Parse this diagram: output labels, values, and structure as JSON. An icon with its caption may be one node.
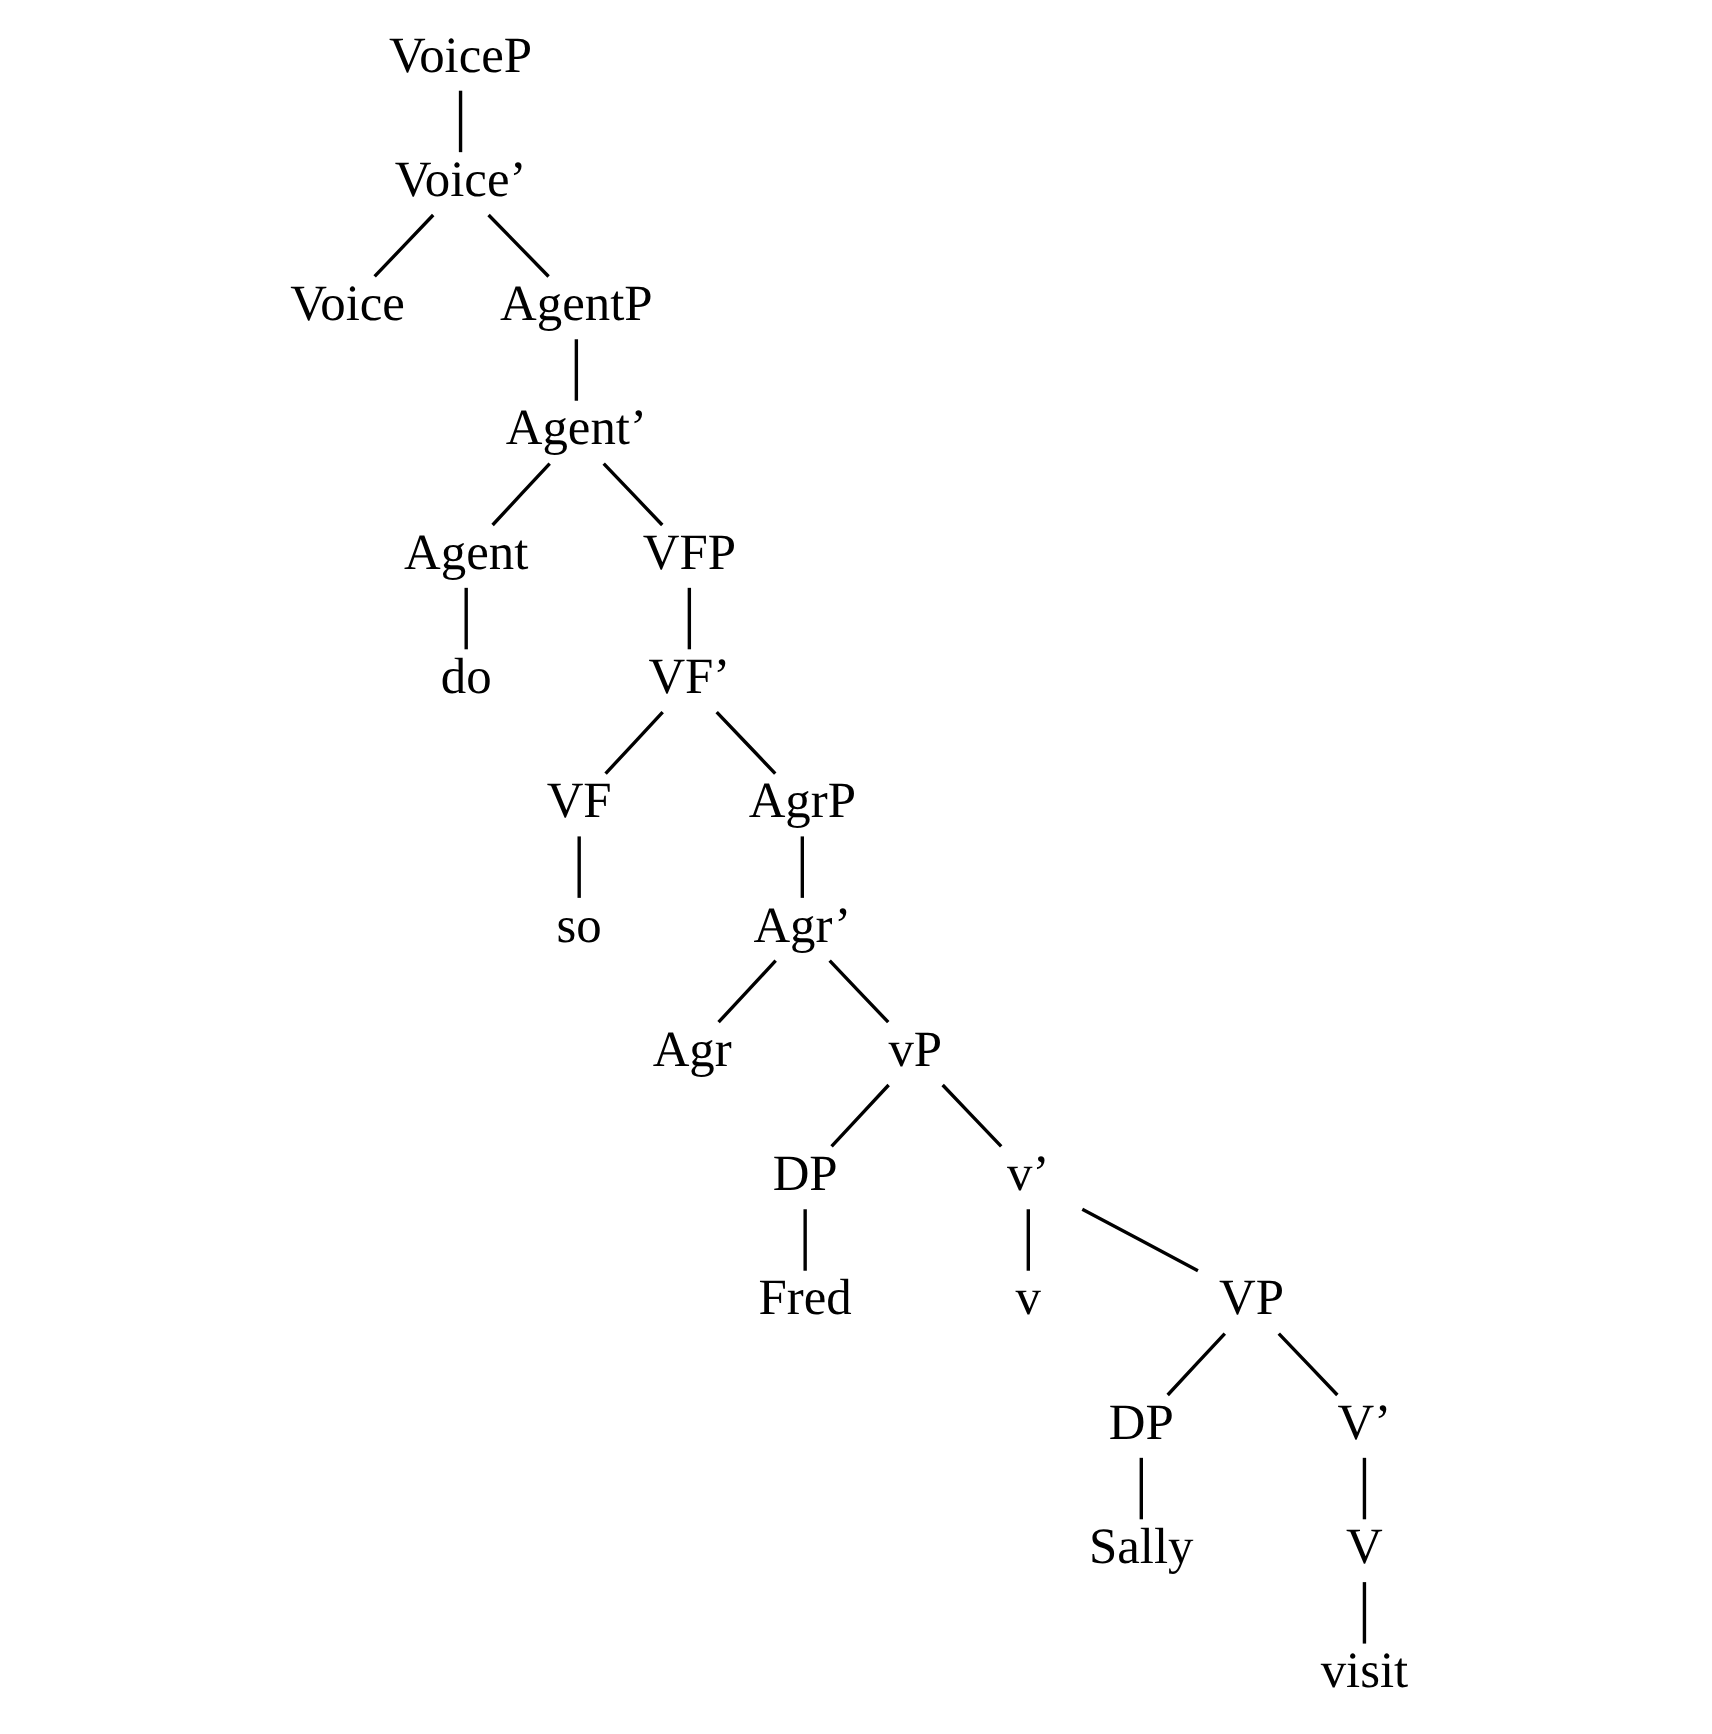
{
  "diagram": {
    "nodes": [
      {
        "text": [
          "VoiceP"
        ]
      },
      {
        "text": [
          "Voice’"
        ]
      },
      {
        "text": [
          "Voice"
        ]
      },
      {
        "text": [
          "AgentP"
        ]
      },
      {
        "text": [
          "Agent’"
        ]
      },
      {
        "text": [
          "Agent"
        ]
      },
      {
        "text": [
          "VFP"
        ]
      },
      {
        "text": [
          "do"
        ]
      },
      {
        "text": [
          "VF’"
        ]
      },
      {
        "text": [
          "VF"
        ]
      },
      {
        "text": [
          "AgrP"
        ]
      },
      {
        "text": [
          "so"
        ]
      },
      {
        "text": [
          "Agr’"
        ]
      },
      {
        "text": [
          "Agr"
        ]
      },
      {
        "text": [
          "vP"
        ]
      },
      {
        "text": [
          "DP"
        ]
      },
      {
        "text": [
          "v’"
        ]
      },
      {
        "text": [
          "Fred"
        ]
      },
      {
        "text": [
          "v"
        ]
      },
      {
        "text": [
          "VP"
        ]
      },
      {
        "text": [
          "DP"
        ]
      },
      {
        "text": [
          "V’"
        ]
      },
      {
        "text": [
          "Sally"
        ]
      },
      {
        "text": [
          "V"
        ]
      },
      {
        "text": [
          "visit"
        ]
      }
    ],
    "edges": [
      {
        "from": 0,
        "to": 1,
        "arrow": "none"
      },
      {
        "from": 1,
        "to": 2,
        "arrow": "none"
      },
      {
        "from": 1,
        "to": 3,
        "arrow": "none"
      },
      {
        "from": 3,
        "to": 4,
        "arrow": "none"
      },
      {
        "from": 4,
        "to": 5,
        "arrow": "none"
      },
      {
        "from": 4,
        "to": 6,
        "arrow": "none"
      },
      {
        "from": 5,
        "to": 7,
        "arrow": "none"
      },
      {
        "from": 6,
        "to": 8,
        "arrow": "none"
      },
      {
        "from": 8,
        "to": 9,
        "arrow": "none"
      },
      {
        "from": 8,
        "to": 10,
        "arrow": "none"
      },
      {
        "from": 9,
        "to": 11,
        "arrow": "none"
      },
      {
        "from": 10,
        "to": 12,
        "arrow": "none"
      },
      {
        "from": 12,
        "to": 13,
        "arrow": "none"
      },
      {
        "from": 12,
        "to": 14,
        "arrow": "none"
      },
      {
        "from": 14,
        "to": 15,
        "arrow": "none"
      },
      {
        "from": 14,
        "to": 16,
        "arrow": "none"
      },
      {
        "from": 15,
        "to": 17,
        "arrow": "none"
      },
      {
        "from": 16,
        "to": 18,
        "arrow": "none"
      },
      {
        "from": 16,
        "to": 19,
        "arrow": "none"
      },
      {
        "from": 19,
        "to": 20,
        "arrow": "none"
      },
      {
        "from": 19,
        "to": 21,
        "arrow": "none"
      },
      {
        "from": 20,
        "to": 22,
        "arrow": "none"
      },
      {
        "from": 21,
        "to": 23,
        "arrow": "none"
      },
      {
        "from": 23,
        "to": 24,
        "arrow": "none"
      }
    ]
  }
}
